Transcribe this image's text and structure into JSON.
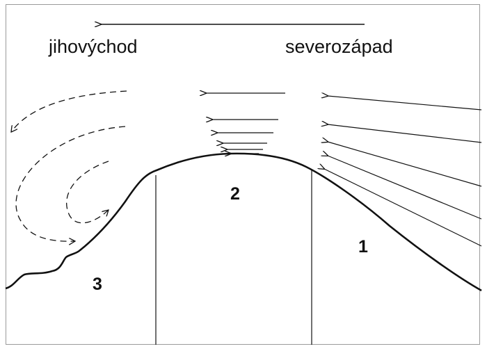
{
  "direction_labels": {
    "left": "jihovýchod",
    "right": "severozápad"
  },
  "zone_labels": {
    "lee_side": "3",
    "summit": "2",
    "windward_side": "1"
  },
  "colors": {
    "ink": "#111111",
    "frame": "#9a9a9a",
    "background": "#ffffff"
  }
}
